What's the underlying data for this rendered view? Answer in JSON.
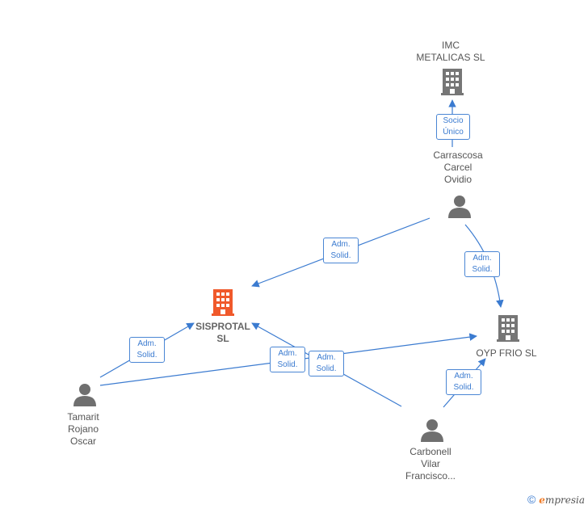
{
  "colors": {
    "edge": "#3b7bd0",
    "company": "#767676",
    "company_main": "#f0592b",
    "person": "#6f6f6f"
  },
  "nodes": {
    "imc": {
      "label": "IMC\nMETALICAS  SL",
      "icon": "building-icon"
    },
    "carrascosa": {
      "label": "Carrascosa\nCarcel\nOvidio",
      "icon": "person-icon"
    },
    "sisprotal": {
      "label": "SISPROTAL\nSL",
      "icon": "building-icon"
    },
    "oyp": {
      "label": "OYP FRIO  SL",
      "icon": "building-icon"
    },
    "tamarit": {
      "label": "Tamarit\nRojano\nOscar",
      "icon": "person-icon"
    },
    "carbonell": {
      "label": "Carbonell\nVilar\nFrancisco...",
      "icon": "person-icon"
    }
  },
  "edges": {
    "carrascosa_imc": "Socio\nÚnico",
    "carrascosa_sisprotal": "Adm.\nSolid.",
    "carrascosa_oyp": "Adm.\nSolid.",
    "tamarit_sisprotal": "Adm.\nSolid.",
    "tamarit_oyp": "Adm.\nSolid.",
    "carbonell_sisprotal": "Adm.\nSolid.",
    "carbonell_oyp": "Adm.\nSolid."
  },
  "footer": {
    "copyright": "©",
    "brand_e": "e",
    "brand_rest": "mpresia"
  }
}
